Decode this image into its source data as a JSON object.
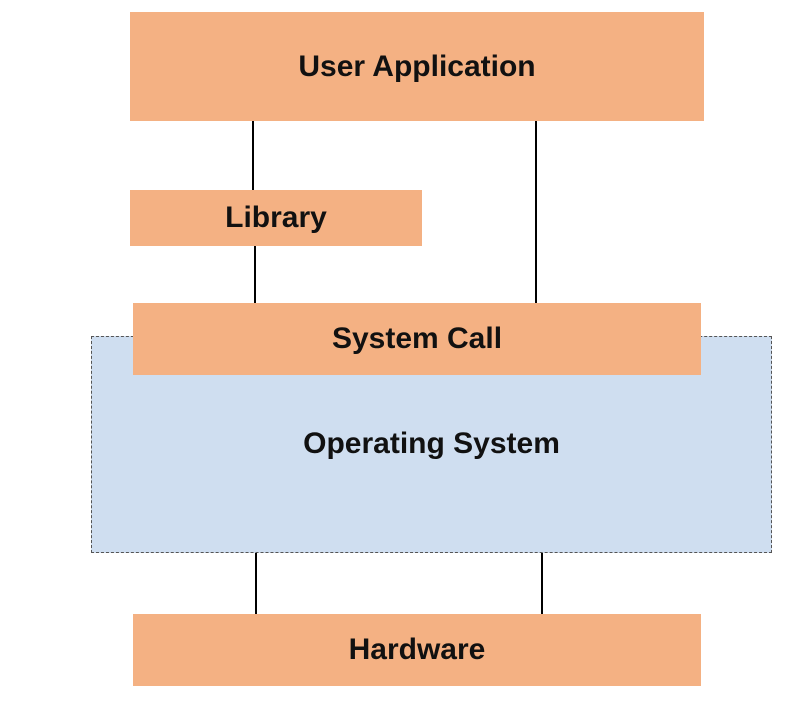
{
  "diagram": {
    "user_application": "User Application",
    "library": "Library",
    "system_call": "System Call",
    "operating_system": "Operating System",
    "hardware": "Hardware"
  },
  "colors": {
    "layer_fill": "#F4B183",
    "os_fill": "#CFDEF0",
    "line": "#000000",
    "dashed_border": "#555555"
  }
}
